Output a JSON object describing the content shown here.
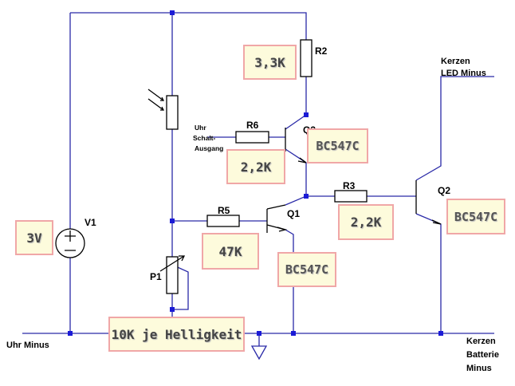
{
  "components": {
    "r2": "R2",
    "r6": "R6",
    "r5": "R5",
    "r3": "R3",
    "q1": "Q1",
    "q2": "Q2",
    "q3": "Q3",
    "v1": "V1",
    "p1": "P1"
  },
  "nets": {
    "uhr_schalt": [
      "Uhr",
      "Schalt-",
      "Ausgang"
    ],
    "uhr_minus": "Uhr Minus",
    "kerzen_led_minus": [
      "Kerzen",
      "LED Minus"
    ],
    "kerzen_batterie_minus": [
      "Kerzen",
      "Batterie",
      "Minus"
    ]
  },
  "notes": {
    "r2_value": "3,3K",
    "r6_value": "2,2K",
    "q3_part": "BC547C",
    "r3_value": "2,2K",
    "q2_part": "BC547C",
    "r5_value": "47K",
    "q1_part": "BC547C",
    "v1_value": "3V",
    "p1_value": "10K je Helligkeit"
  },
  "colors": {
    "wire": "#2a2aa8",
    "note_bg": "#fdfbdc",
    "note_border": "#f0a7a7"
  }
}
